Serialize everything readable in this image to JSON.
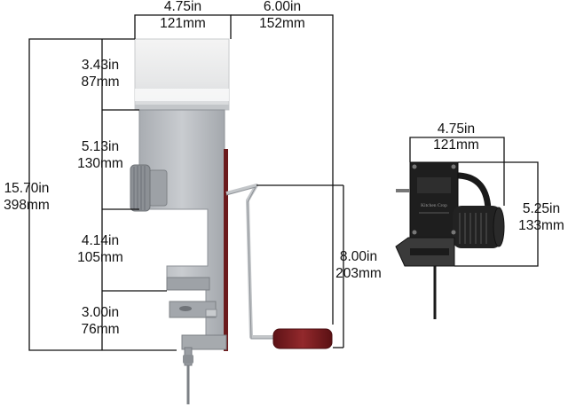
{
  "mill": {
    "width": {
      "in": "4.75in",
      "mm": "121mm"
    },
    "handle_reach": {
      "in": "6.00in",
      "mm": "152mm"
    },
    "total_height": {
      "in": "15.70in",
      "mm": "398mm"
    },
    "hopper_height": {
      "in": "3.43in",
      "mm": "87mm"
    },
    "body_height": {
      "in": "5.13in",
      "mm": "130mm"
    },
    "arm_height": {
      "in": "4.14in",
      "mm": "105mm"
    },
    "clamp_height": {
      "in": "3.00in",
      "mm": "76mm"
    },
    "handle_drop": {
      "in": "8.00in",
      "mm": "203mm"
    }
  },
  "motor": {
    "width": {
      "in": "4.75in",
      "mm": "121mm"
    },
    "height": {
      "in": "5.25in",
      "mm": "133mm"
    },
    "brand_label": "Kitchen Crop"
  },
  "colors": {
    "aluminum": "#b9bcc0",
    "handle_knob": "#7a1f22",
    "motor_body": "#1e1e1e"
  }
}
